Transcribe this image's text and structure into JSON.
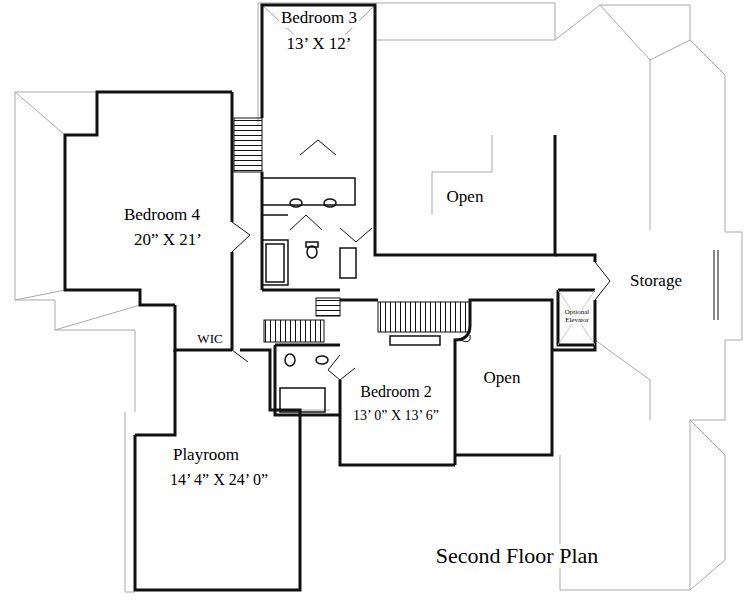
{
  "diagram": {
    "caption": "Second Floor Plan",
    "labels": [
      "Bedroom 3",
      "13’ X 12’",
      "Bedroom 4",
      "20” X 21’",
      "Open",
      "Storage",
      "WIC",
      "Optional Elevator",
      "Bedroom 2",
      "13’ 0” X 13’ 6”",
      "Open",
      "Playroom",
      "14’ 4” X 24’ 0”"
    ]
  }
}
